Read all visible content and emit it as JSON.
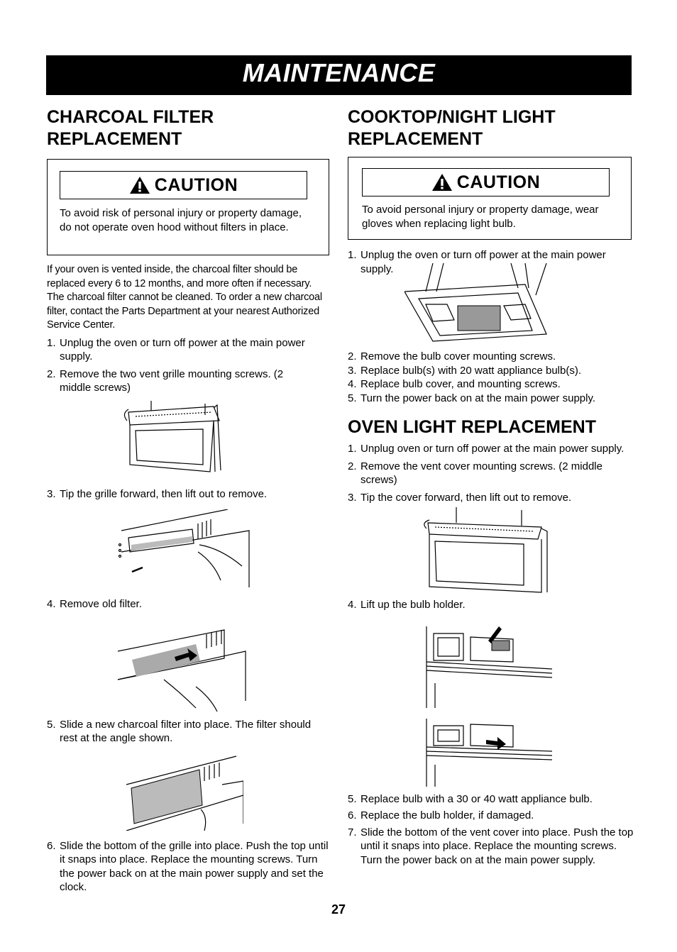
{
  "banner": {
    "title": "MAINTENANCE"
  },
  "left": {
    "heading_line1": "CHARCOAL FILTER",
    "heading_line2": "REPLACEMENT",
    "caution_label": "CAUTION",
    "caution_text": "To avoid risk of personal injury or property damage, do not operate oven hood without filters in place.",
    "intro": "If your oven is vented inside, the charcoal filter should be replaced every 6 to 12 months, and more often if necessary. The charcoal filter cannot be cleaned. To order a new charcoal filter, contact the Parts Department at your nearest Authorized Service Center.",
    "steps": [
      {
        "num": "1.",
        "text": "Unplug the oven or turn off power at the main power supply."
      },
      {
        "num": "2.",
        "text": "Remove the two vent grille mounting screws. (2 middle screws)"
      },
      {
        "num": "3.",
        "text": "Tip the grille forward, then lift out to remove."
      },
      {
        "num": "4.",
        "text": "Remove old filter."
      },
      {
        "num": "5.",
        "text": "Slide a new charcoal filter into place. The filter should rest at the angle shown."
      },
      {
        "num": "6.",
        "text": "Slide the bottom of the grille into place. Push the top until it snaps into place. Replace the mounting screws. Turn the power back on at the main power supply and set the clock."
      }
    ]
  },
  "right": {
    "heading_line1": "COOKTOP/NIGHT LIGHT",
    "heading_line2": "REPLACEMENT",
    "caution_label": "CAUTION",
    "caution_text": "To avoid personal injury or property damage, wear gloves when replacing light bulb.",
    "steps": [
      {
        "num": "1.",
        "text": "Unplug the oven or turn off power at the main power supply."
      },
      {
        "num": "2.",
        "text": "Remove the bulb cover mounting screws."
      },
      {
        "num": "3.",
        "text": "Replace bulb(s) with 20 watt appliance bulb(s)."
      },
      {
        "num": "4.",
        "text": "Replace bulb cover, and mounting screws."
      },
      {
        "num": "5.",
        "text": "Turn the power back on at the main power supply."
      }
    ],
    "oven_heading": "OVEN LIGHT REPLACEMENT",
    "oven_steps": [
      {
        "num": "1.",
        "text": "Unplug oven or turn off power at the main power supply."
      },
      {
        "num": "2.",
        "text": "Remove the vent cover mounting screws. (2 middle screws)"
      },
      {
        "num": "3.",
        "text": "Tip the cover forward, then lift out to remove."
      },
      {
        "num": "4.",
        "text": "Lift up the bulb holder."
      },
      {
        "num": "5.",
        "text": "Replace bulb with a 30 or 40 watt appliance bulb."
      },
      {
        "num": "6.",
        "text": "Replace the bulb holder, if damaged."
      },
      {
        "num": "7.",
        "text": "Slide the bottom of the vent cover into place. Push the top until it snaps into place. Replace the mounting screws. Turn the power back on at the main power supply."
      }
    ]
  },
  "page_number": "27"
}
